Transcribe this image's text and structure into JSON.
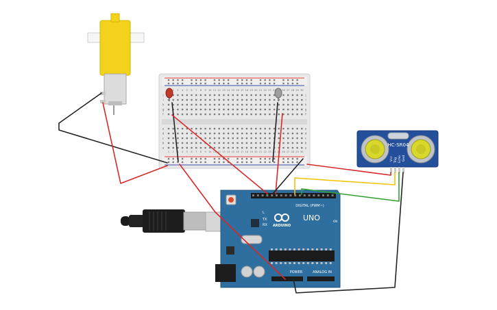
{
  "colors": {
    "background": "#ffffff",
    "arduino_board": "#2f6f9f",
    "arduino_dark": "#1f5580",
    "sensor_board": "#244f9a",
    "motor_body": "#f2d21a",
    "breadboard": "#e8e8e8",
    "wire_red": "#d62828",
    "wire_black": "#222222",
    "wire_yellow": "#f4c400",
    "wire_green": "#2fa02f",
    "led_red": "#c0392b",
    "led_grey": "#9e9e9e"
  },
  "arduino": {
    "model_label": "UNO",
    "brand_label": "ARDUINO",
    "digital_label": "DIGITAL (PWM~)",
    "power_label": "POWER",
    "analog_label": "ANALOG IN",
    "on_label": "ON",
    "l_label": "L",
    "tx_label": "TX",
    "rx_label": "RX"
  },
  "sensor": {
    "model_label": "HC-SR04",
    "pin_labels": [
      "Vcc",
      "Trig",
      "Echo",
      "Gnd"
    ]
  },
  "breadboard": {
    "column_labels": [
      "1",
      "2",
      "3",
      "4",
      "5",
      "6",
      "7",
      "8",
      "9",
      "10",
      "11",
      "12",
      "13",
      "14",
      "15",
      "16",
      "17",
      "18",
      "19",
      "20",
      "21",
      "22",
      "23",
      "24",
      "25",
      "26",
      "27",
      "28",
      "29",
      "30"
    ],
    "row_labels_top": [
      "j",
      "i",
      "h",
      "g",
      "f"
    ],
    "row_labels_bottom": [
      "e",
      "d",
      "c",
      "b",
      "a"
    ]
  },
  "icons": {
    "usb": "usb-plug-icon",
    "motor": "dc-motor-icon",
    "led": "led-icon"
  }
}
